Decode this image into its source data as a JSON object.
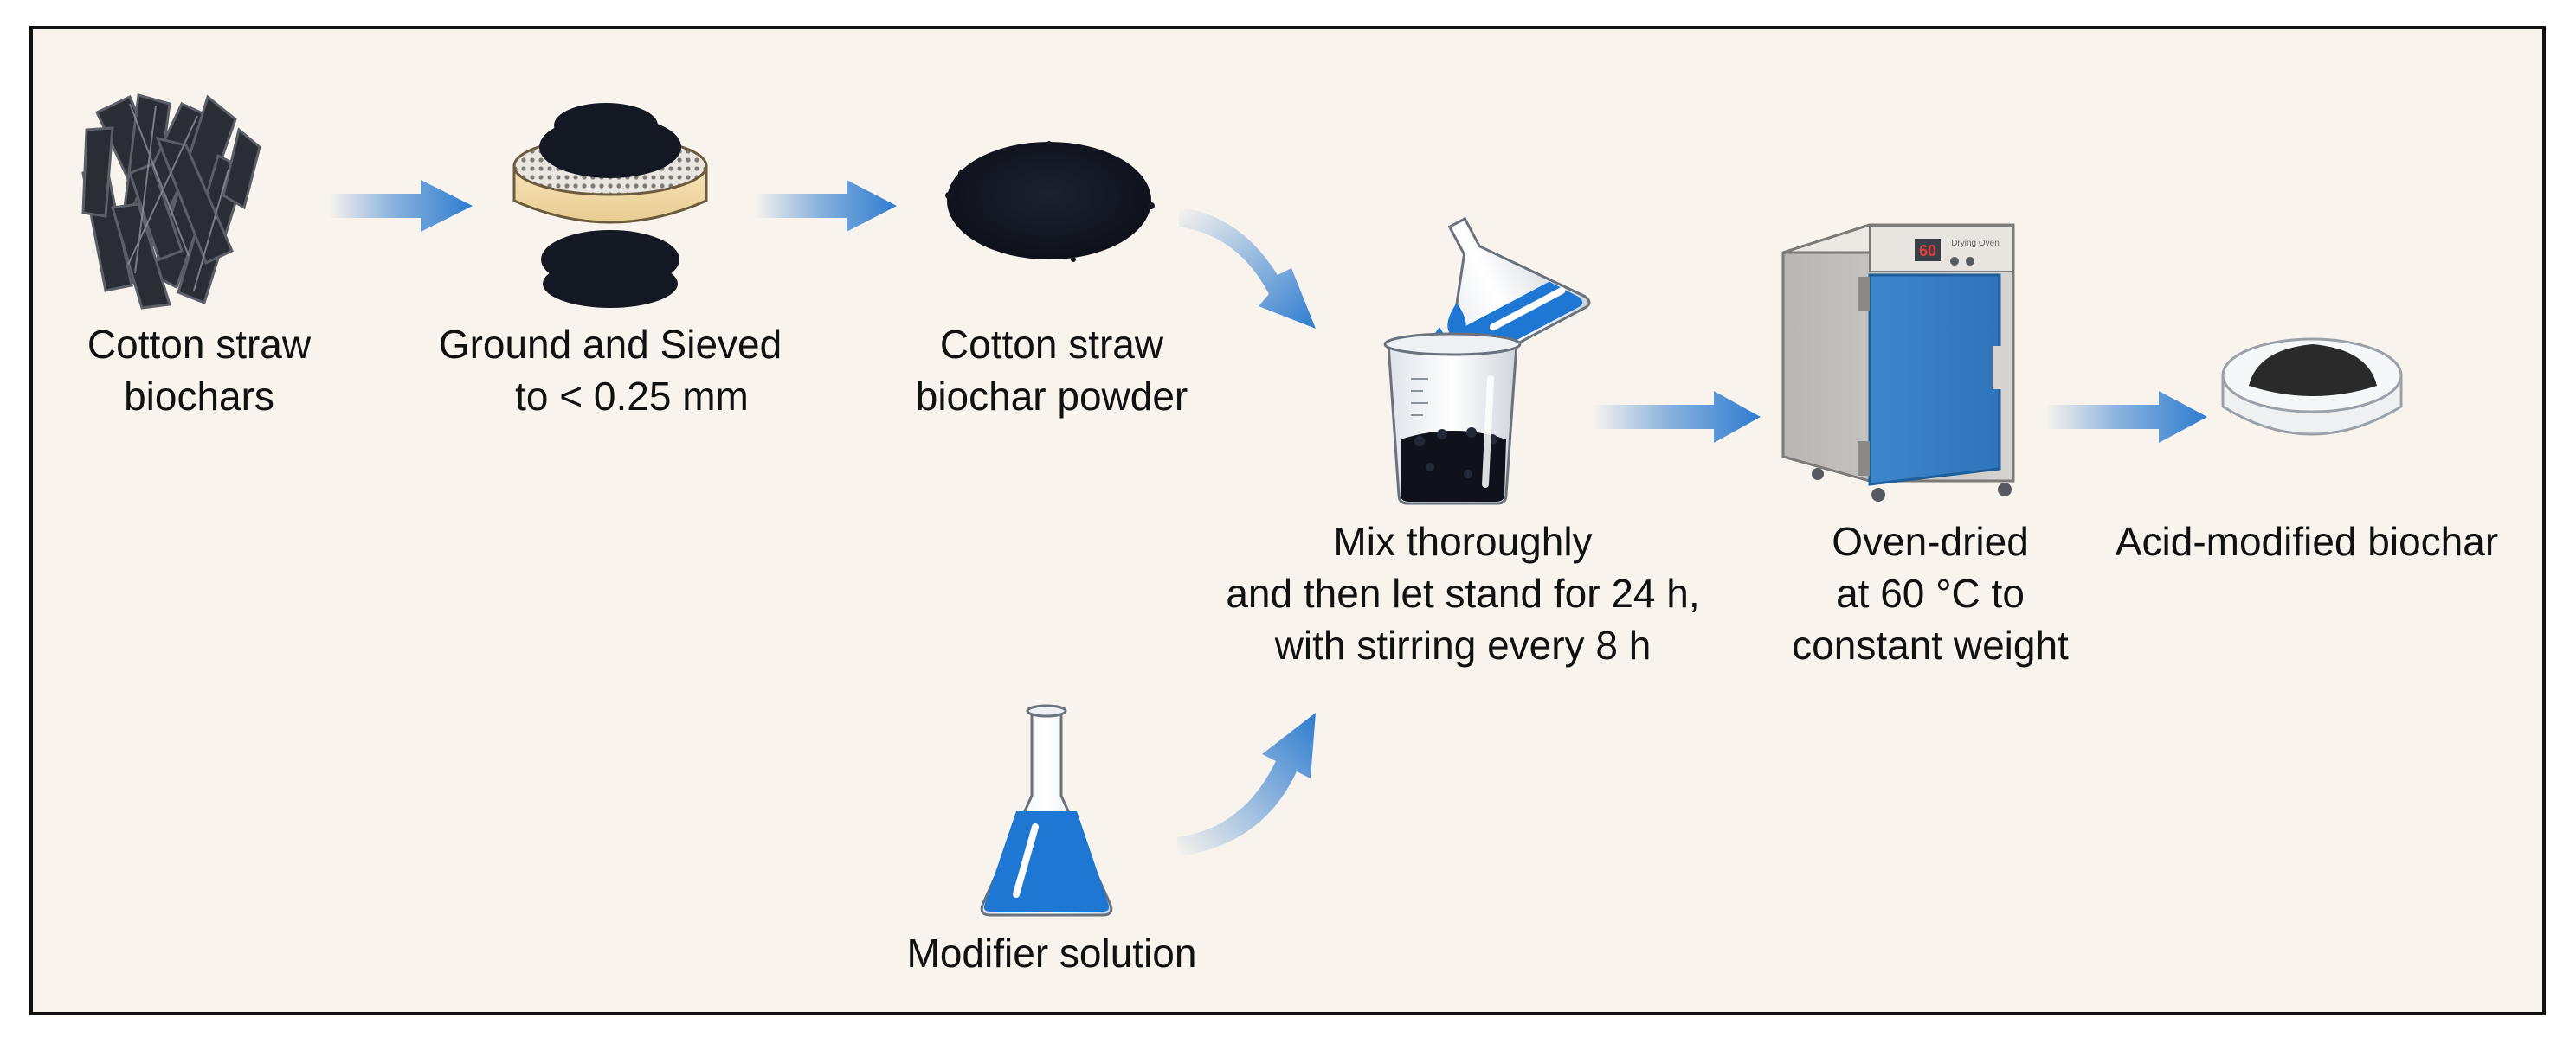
{
  "colors": {
    "background": "#f8f3ed",
    "border": "#111111",
    "arrow": "#2e7cd0",
    "liquid": "#1f77d4",
    "char": "#131722"
  },
  "steps": [
    {
      "icon": "biochar-pieces-icon",
      "lines": [
        "Cotton straw",
        "biochars"
      ]
    },
    {
      "icon": "sieve-icon",
      "lines": [
        "Ground and Sieved",
        "to < 0.25 mm"
      ]
    },
    {
      "icon": "biochar-powder-icon",
      "lines": [
        "Cotton straw",
        "biochar powder"
      ]
    },
    {
      "icon": "beaker-mixing-icon",
      "lines": [
        "Mix thoroughly",
        "and then let stand for 24 h,",
        "with stirring every 8 h"
      ]
    },
    {
      "icon": "drying-oven-icon",
      "lines": [
        "Oven-dried",
        "at 60 °C to",
        "constant weight"
      ]
    },
    {
      "icon": "petri-dish-icon",
      "lines": [
        "Acid-modified biochar"
      ]
    },
    {
      "icon": "erlenmeyer-flask-icon",
      "lines": [
        "Modifier solution"
      ]
    }
  ],
  "oven": {
    "display": "60",
    "badge": "Drying Oven"
  }
}
